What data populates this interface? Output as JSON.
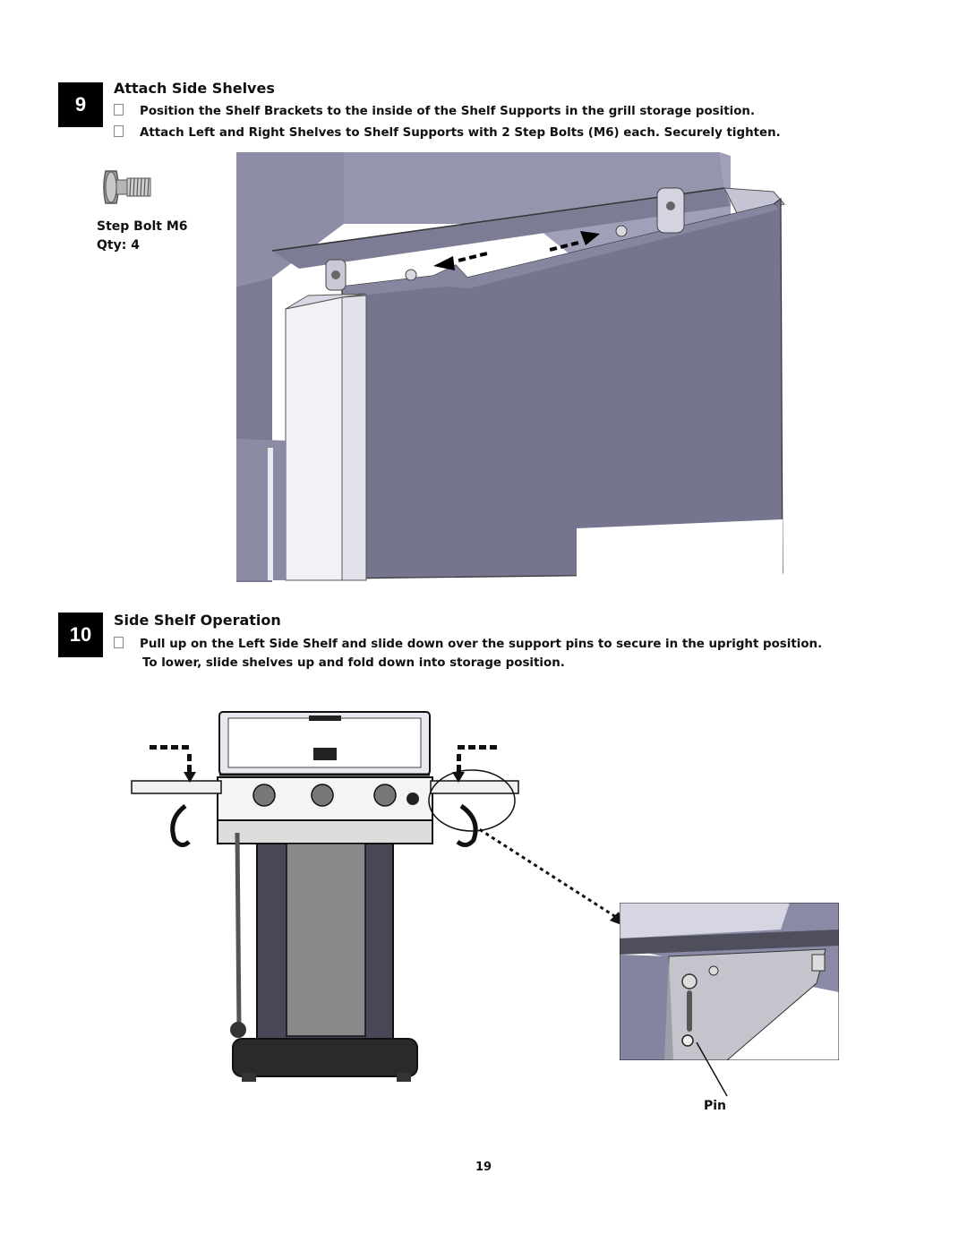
{
  "steps": [
    {
      "number": "9",
      "title": "Attach Side Shelves",
      "bullets": [
        "Position the Shelf Brackets to the inside of the Shelf Supports in the grill storage position.",
        "Attach Left and Right Shelves to Shelf Supports with 2 Step Bolts (M6) each. Securely tighten."
      ],
      "part": {
        "name": "Step Bolt M6",
        "qty": "Qty: 4"
      }
    },
    {
      "number": "10",
      "title": "Side Shelf Operation",
      "bullets": [
        "Pull up on the Left Side Shelf and slide down over the support pins to secure in the upright position."
      ],
      "continuation": "To lower, slide shelves up and fold down into storage position.",
      "callout": "Pin"
    }
  ],
  "page_number": "19",
  "colors": {
    "shelf_purple": "#7a7a93",
    "support_white": "#f4f4f8",
    "badge": "#000000"
  }
}
